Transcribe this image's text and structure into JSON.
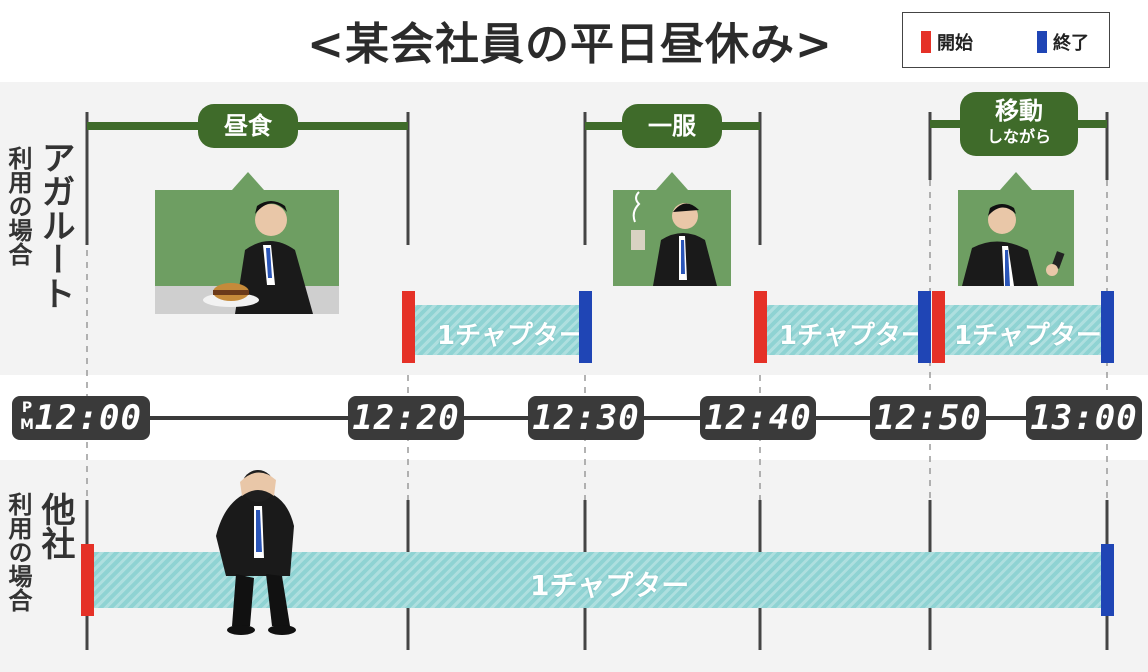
{
  "title": "<某会社員の平日昼休み>",
  "legend": {
    "start_label": "開始",
    "end_label": "終了",
    "start_color": "#e53127",
    "end_color": "#1f45b5"
  },
  "rows": {
    "agaroot_label_col1": "アガルート",
    "agaroot_label_col2": "利用の場合",
    "other_label_col1": "他社",
    "other_label_col2": "利用の場合"
  },
  "timeline": {
    "pm": "P M",
    "times": [
      "12:00",
      "12:20",
      "12:30",
      "12:40",
      "12:50",
      "13:00"
    ]
  },
  "activities": {
    "lunch": "昼食",
    "break": "一服",
    "moving_line1": "移動",
    "moving_line2": "しながら"
  },
  "chapters": {
    "agaroot_1": "1チャプター",
    "agaroot_2": "1チャプター",
    "agaroot_3": "1チャプター",
    "other": "1チャプター"
  },
  "colors": {
    "bar": "#8fd3d3",
    "pill": "#3f6b2a",
    "photo_bg": "#6e9e62",
    "clock_bg": "#3a3a3a"
  }
}
